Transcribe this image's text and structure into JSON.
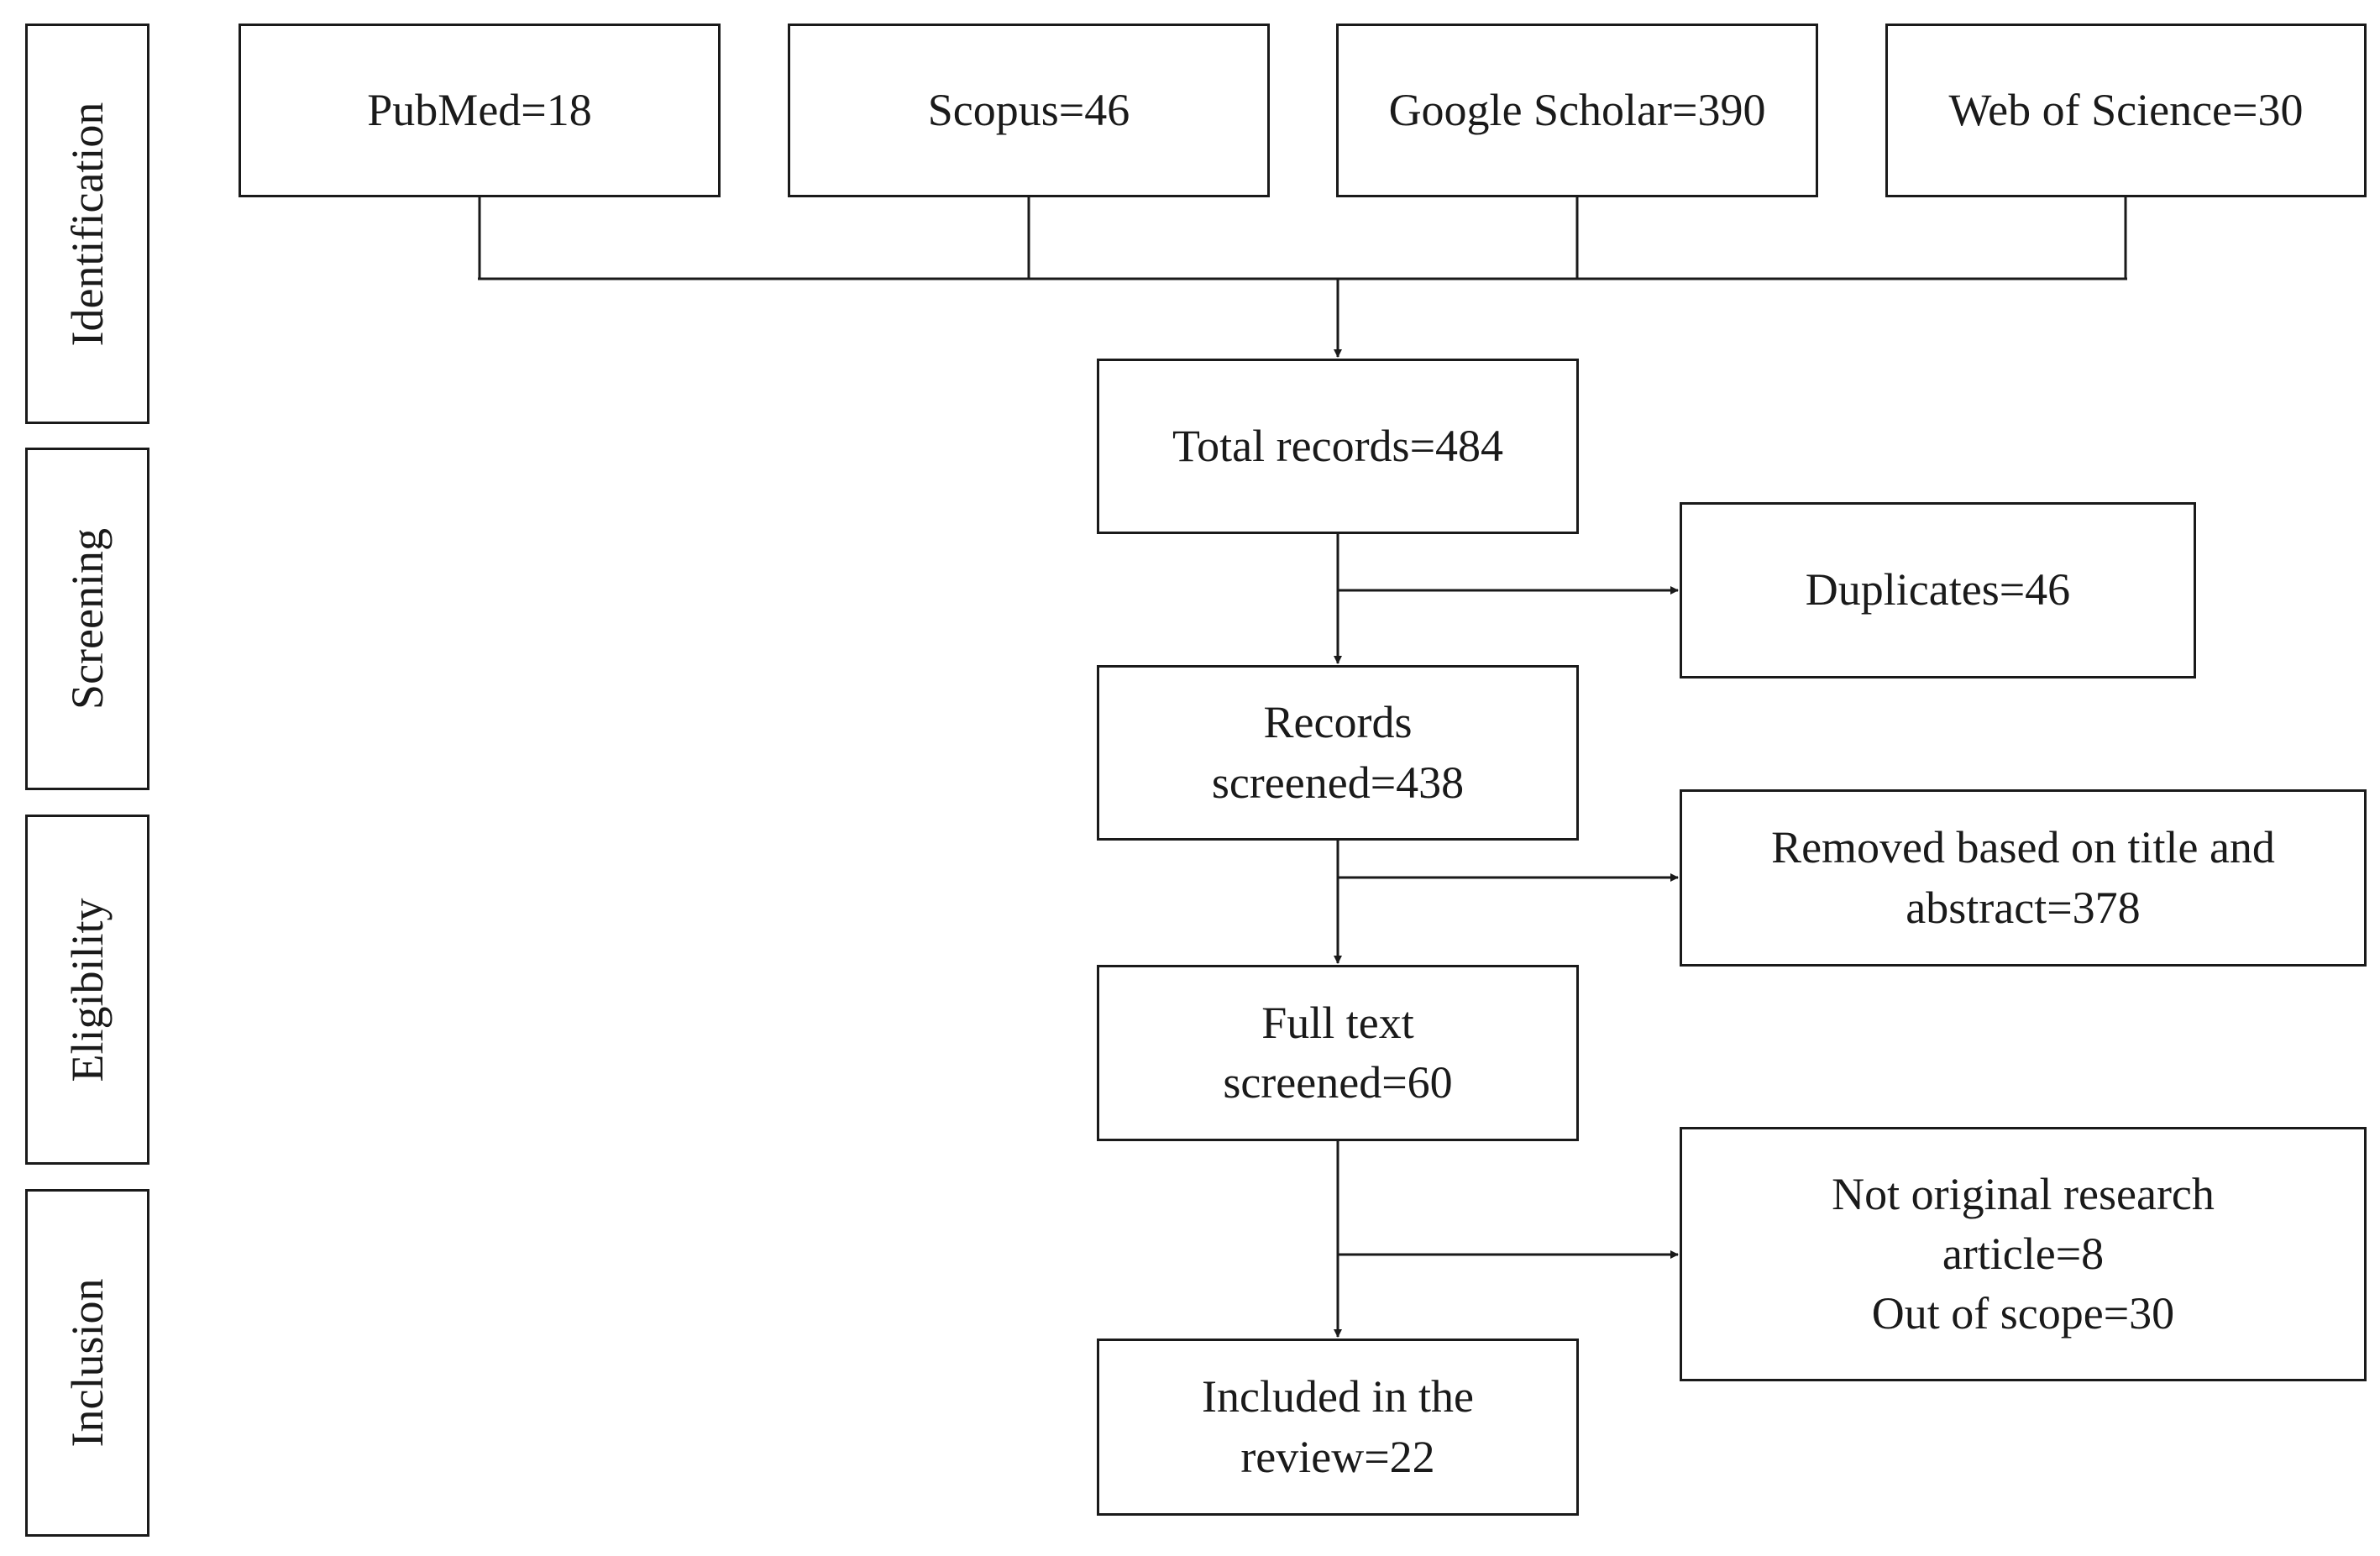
{
  "stages": {
    "identification": "Identification",
    "screening": "Screening",
    "eligibility": "Eligibility",
    "inclusion": "Inclusion"
  },
  "sources": {
    "pubmed": "PubMed=18",
    "scopus": "Scopus=46",
    "google_scholar": "Google Scholar=390",
    "web_of_science": "Web of Science=30"
  },
  "flow": {
    "total_records": "Total records=484",
    "records_screened": "Records\nscreened=438",
    "full_text_screened": "Full text\nscreened=60",
    "included": "Included in the\nreview=22"
  },
  "exclusions": {
    "duplicates": "Duplicates=46",
    "title_abstract": "Removed based on title and\nabstract=378",
    "full_text_reasons": "Not original research\narticle=8\nOut of scope=30"
  }
}
